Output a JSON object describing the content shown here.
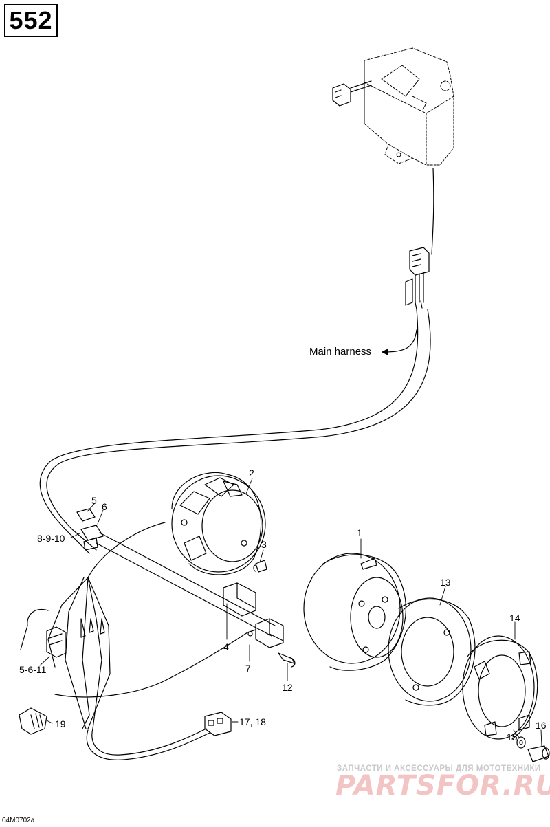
{
  "page_number": "552",
  "drawing_code": "04M0702a",
  "harness_label": "Main harness",
  "callouts": {
    "c1": "1",
    "c2": "2",
    "c3": "3",
    "c4": "4",
    "c5": "5",
    "c6": "6",
    "c7": "7",
    "c8910": "8-9-10",
    "c12": "12",
    "c13": "13",
    "c14": "14",
    "c15": "15",
    "c16": "16",
    "c5611": "5-6-11",
    "c1718": "17, 18",
    "c19": "19"
  },
  "watermark": {
    "tagline": "ЗАПЧАСТИ И АКСЕССУАРЫ ДЛЯ МОТОТЕХНИКИ",
    "logo": "PARTSFOR.RU"
  }
}
